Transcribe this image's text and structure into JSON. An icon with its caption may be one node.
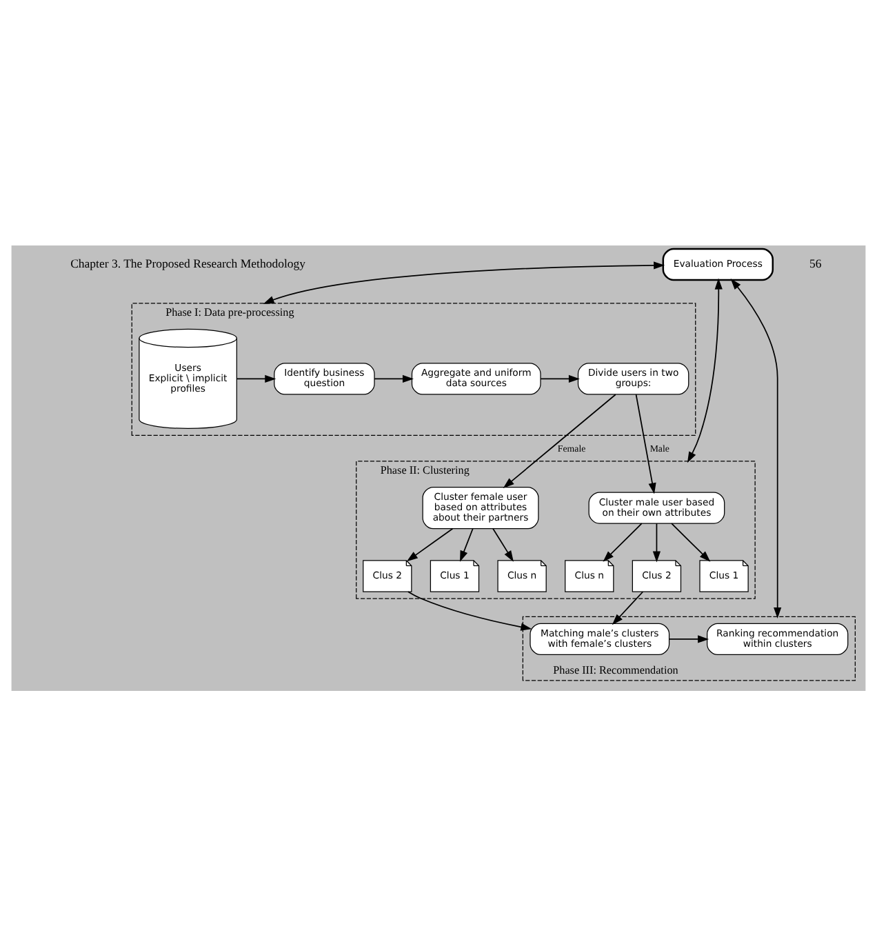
{
  "diagram": {
    "nodes": [
      {
        "text": [
          "Phase I: Data pre-processing"
        ]
      },
      {
        "text": [
          "Users",
          "Explicit \\ implicit profiles"
        ],
        "in": 0
      },
      {
        "text": [
          "Identify business question"
        ],
        "in": 0
      },
      {
        "text": [
          "Aggregate and uniform data sources"
        ],
        "in": 0
      },
      {
        "text": [
          "Divide users in two groups:"
        ],
        "in": 0
      },
      {
        "text": [
          "Phase II: Clustering"
        ]
      },
      {
        "text": [
          "Cluster male user based on their own attributes"
        ],
        "in": 5
      },
      {
        "text": [
          "Cluster female user based on attributes about their partners"
        ],
        "in": 5
      },
      {
        "text": [
          "Clus 1"
        ],
        "in": 5
      },
      {
        "text": [
          "Clus 2"
        ],
        "in": 5
      },
      {
        "text": [
          "Clus n"
        ],
        "in": 5
      },
      {
        "text": [
          "Clus 1"
        ],
        "in": 5
      },
      {
        "text": [
          "Clus 2"
        ],
        "in": 5
      },
      {
        "text": [
          "Clus n"
        ],
        "in": 5
      },
      {
        "text": [
          "Evaluation Process"
        ]
      },
      {
        "text": [
          "Phase III: Recommendation"
        ]
      },
      {
        "text": [
          "Ranking recommendation within clusters"
        ],
        "in": 15
      },
      {
        "text": [
          "Matching male’s clusters with female’s clusters"
        ],
        "in": 15
      }
    ],
    "edges": [
      {
        "from": 1,
        "to": 2,
        "arrow": "to"
      },
      {
        "from": 2,
        "to": 3,
        "arrow": "to"
      },
      {
        "from": 3,
        "to": 4,
        "arrow": "to"
      },
      {
        "from": 4,
        "to": 6,
        "arrow": "to",
        "label": "Male"
      },
      {
        "from": 4,
        "to": 7,
        "arrow": "to",
        "label": "Female"
      },
      {
        "from": 6,
        "to": 8,
        "arrow": "to"
      },
      {
        "from": 6,
        "to": 9,
        "arrow": "to"
      },
      {
        "from": 6,
        "to": 10,
        "arrow": "to"
      },
      {
        "from": 7,
        "to": 11,
        "arrow": "to"
      },
      {
        "from": 7,
        "to": 12,
        "arrow": "to"
      },
      {
        "from": 7,
        "to": 13,
        "arrow": "to"
      },
      {
        "from": 9,
        "to": 17,
        "arrow": "to"
      },
      {
        "from": 12,
        "to": 17,
        "arrow": "to"
      },
      {
        "from": 17,
        "to": 16,
        "arrow": "to"
      },
      {
        "from": 14,
        "to": 0,
        "arrow": "both"
      },
      {
        "from": 14,
        "to": 5,
        "arrow": "both"
      },
      {
        "from": 14,
        "to": 15,
        "arrow": "both"
      }
    ],
    "labels": [
      "56",
      "Chapter 3. The Proposed Research Methodology"
    ]
  }
}
